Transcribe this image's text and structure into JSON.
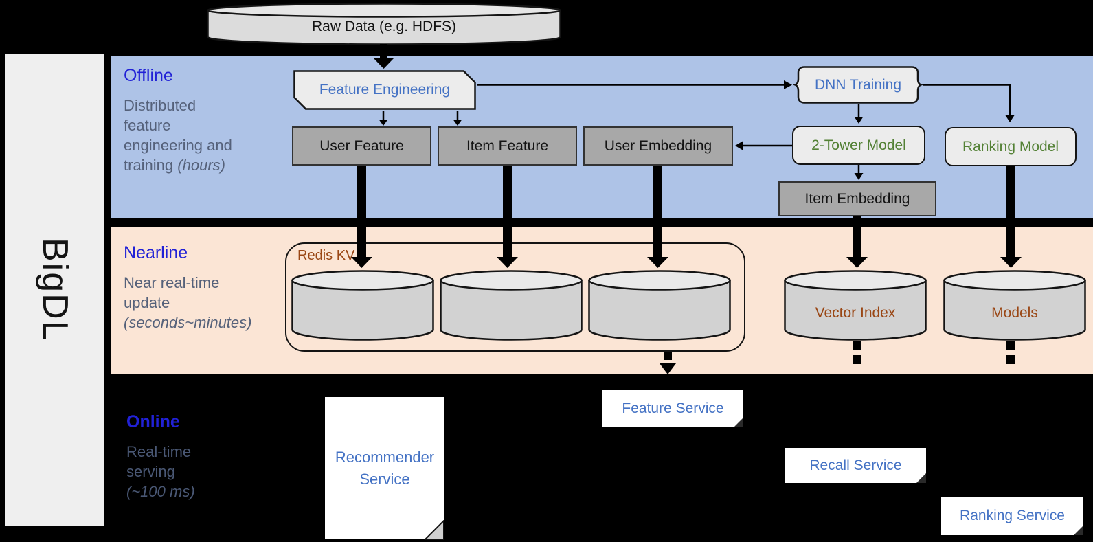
{
  "brand": {
    "label": "BigDL"
  },
  "bands": {
    "offline": {
      "title": "Offline",
      "subtitle": "Distributed\nfeature\nengineering and\ntraining",
      "note": "(hours)"
    },
    "nearline": {
      "title": "Nearline",
      "subtitle": "Near real-time\nupdate",
      "note": "(seconds~minutes)"
    },
    "online": {
      "title": "Online",
      "subtitle": "Real-time\nserving",
      "note": "(~100 ms)"
    }
  },
  "nodes": {
    "raw_data": "Raw Data (e.g. HDFS)",
    "feature_engineering": "Feature Engineering",
    "dnn_training": "DNN Training",
    "user_feature": "User Feature",
    "item_feature": "Item Feature",
    "user_embedding": "User Embedding",
    "two_tower_model": "2-Tower Model",
    "ranking_model": "Ranking Model",
    "item_embedding": "Item Embedding",
    "redis_kv": "Redis KV",
    "vector_index": "Vector Index",
    "models": "Models"
  },
  "services": {
    "recommender": "Recommender Service",
    "feature": "Feature Service",
    "recall": "Recall Service",
    "ranking": "Ranking Service"
  },
  "colors": {
    "offline_band": "#aec3e7",
    "nearline_band": "#fbe5d5",
    "band_title_blue": "#2121d6",
    "subtitle_gray": "#55617a",
    "accent_blue": "#4472c4",
    "model_green": "#538135",
    "storage_brown": "#9a4715",
    "gray_box": "#a8a8a8",
    "light_box": "#ececec"
  }
}
